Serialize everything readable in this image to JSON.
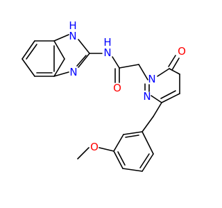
{
  "molecule": {
    "colors": {
      "bond": "#000000",
      "nitrogen": "#0000ff",
      "oxygen": "#ff0000",
      "background": "#ffffff"
    },
    "atoms": {
      "nh_imidazole": {
        "symbol": "N",
        "h": "H"
      },
      "n_imidazole": {
        "symbol": "N"
      },
      "n_amide": {
        "symbol": "N",
        "h": "H"
      },
      "o_amide": {
        "symbol": "O"
      },
      "n1_pyridazine": {
        "symbol": "N"
      },
      "n2_pyridazine": {
        "symbol": "N"
      },
      "o_pyridazinone": {
        "symbol": "O"
      },
      "o_methoxy": {
        "symbol": "O"
      }
    }
  }
}
